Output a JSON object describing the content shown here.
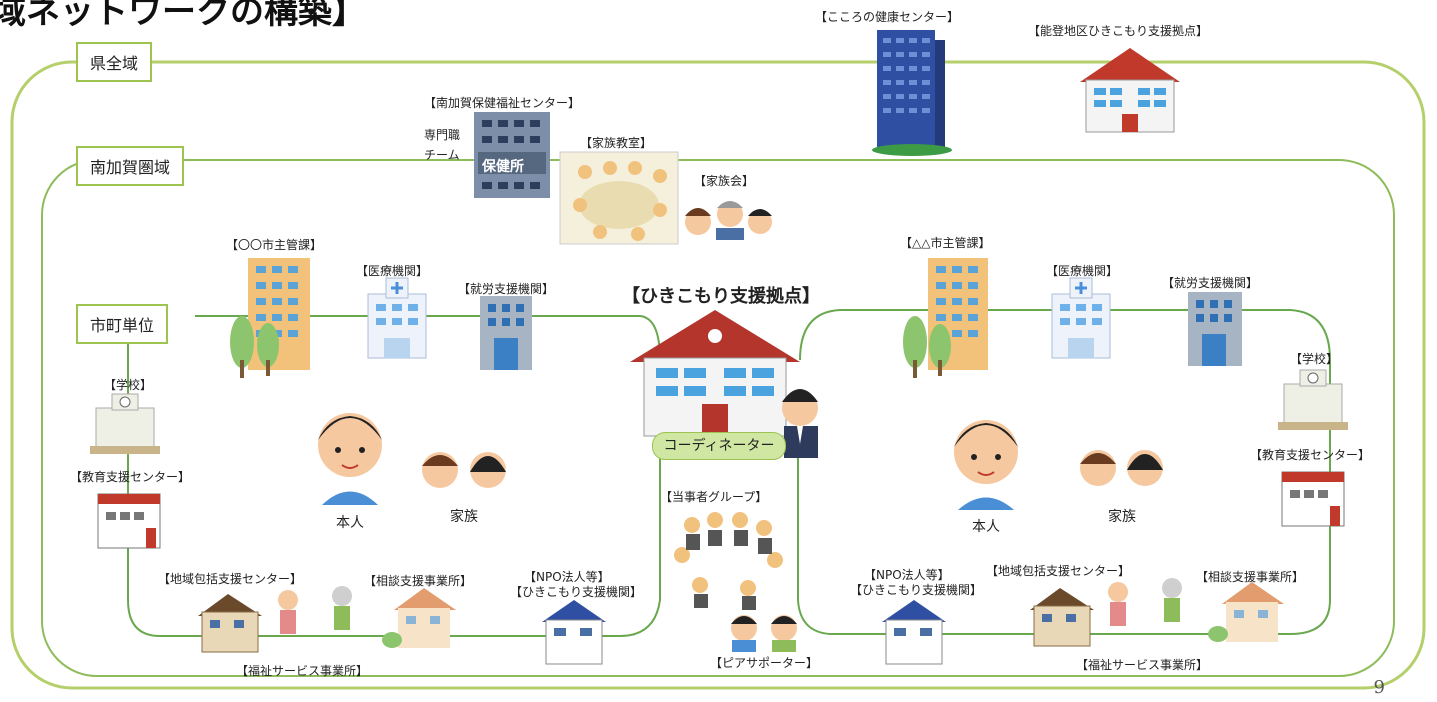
{
  "title": "域ネットワークの構築】",
  "tiers": {
    "prefecture": "県全域",
    "region": "南加賀圏域",
    "municipal": "市町単位"
  },
  "prefecture": {
    "mental_health_center": "【こころの健康センター】",
    "noto_base": "【能登地区ひきこもり支援拠点】"
  },
  "region": {
    "health_center": "【南加賀保健福祉センター】",
    "specialist_team_line1": "専門職",
    "specialist_team_line2": "チーム",
    "hokenjo_sign": "保健所",
    "family_class": "【家族教室】",
    "family_meeting": "【家族会】"
  },
  "hub": {
    "title": "【ひきこもり支援拠点】",
    "coordinator": "コーディネーター",
    "peer_group": "【当事者グループ】",
    "peer_supporter": "【ピアサポーター】"
  },
  "left": {
    "city_dept": "【〇〇市主管課】",
    "medical": "【医療機関】",
    "employment": "【就労支援機関】",
    "school": "【学校】",
    "edu_center": "【教育支援センター】",
    "community_center": "【地域包括支援センター】",
    "consult_office": "【相談支援事業所】",
    "welfare_office": "【福祉サービス事業所】",
    "npo_line1": "【NPO法人等】",
    "npo_line2": "【ひきこもり支援機関】",
    "person": "本人",
    "family": "家族"
  },
  "right": {
    "city_dept": "【△△市主管課】",
    "medical": "【医療機関】",
    "employment": "【就労支援機関】",
    "school": "【学校】",
    "edu_center": "【教育支援センター】",
    "community_center": "【地域包括支援センター】",
    "consult_office": "【相談支援事業所】",
    "welfare_office": "【福祉サービス事業所】",
    "npo_line1": "【NPO法人等】",
    "npo_line2": "【ひきこもり支援機関】",
    "person": "本人",
    "family": "家族"
  },
  "page_number": "9",
  "colors": {
    "line_light": "#b5cf6a",
    "line_dark": "#6aa84f",
    "roof": "#c0392b"
  }
}
